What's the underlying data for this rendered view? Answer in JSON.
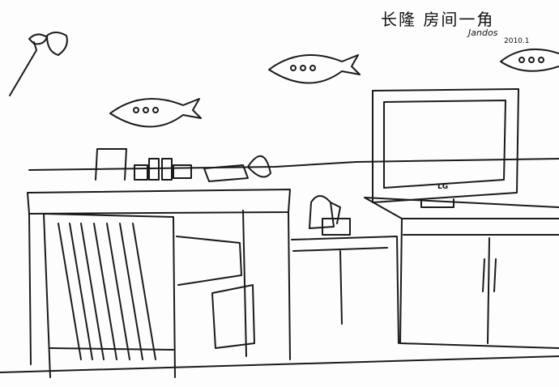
{
  "artwork": {
    "type": "pen sketch",
    "title": "长隆 房间一角",
    "signature": "Jandos",
    "date": "2010.1",
    "tv_brand": "LG"
  },
  "scene_elements": [
    "desk lamp",
    "fish wall decorations",
    "desk",
    "chair",
    "trash bin",
    "electric kettle",
    "LG television",
    "tv cabinet",
    "shelf items"
  ]
}
